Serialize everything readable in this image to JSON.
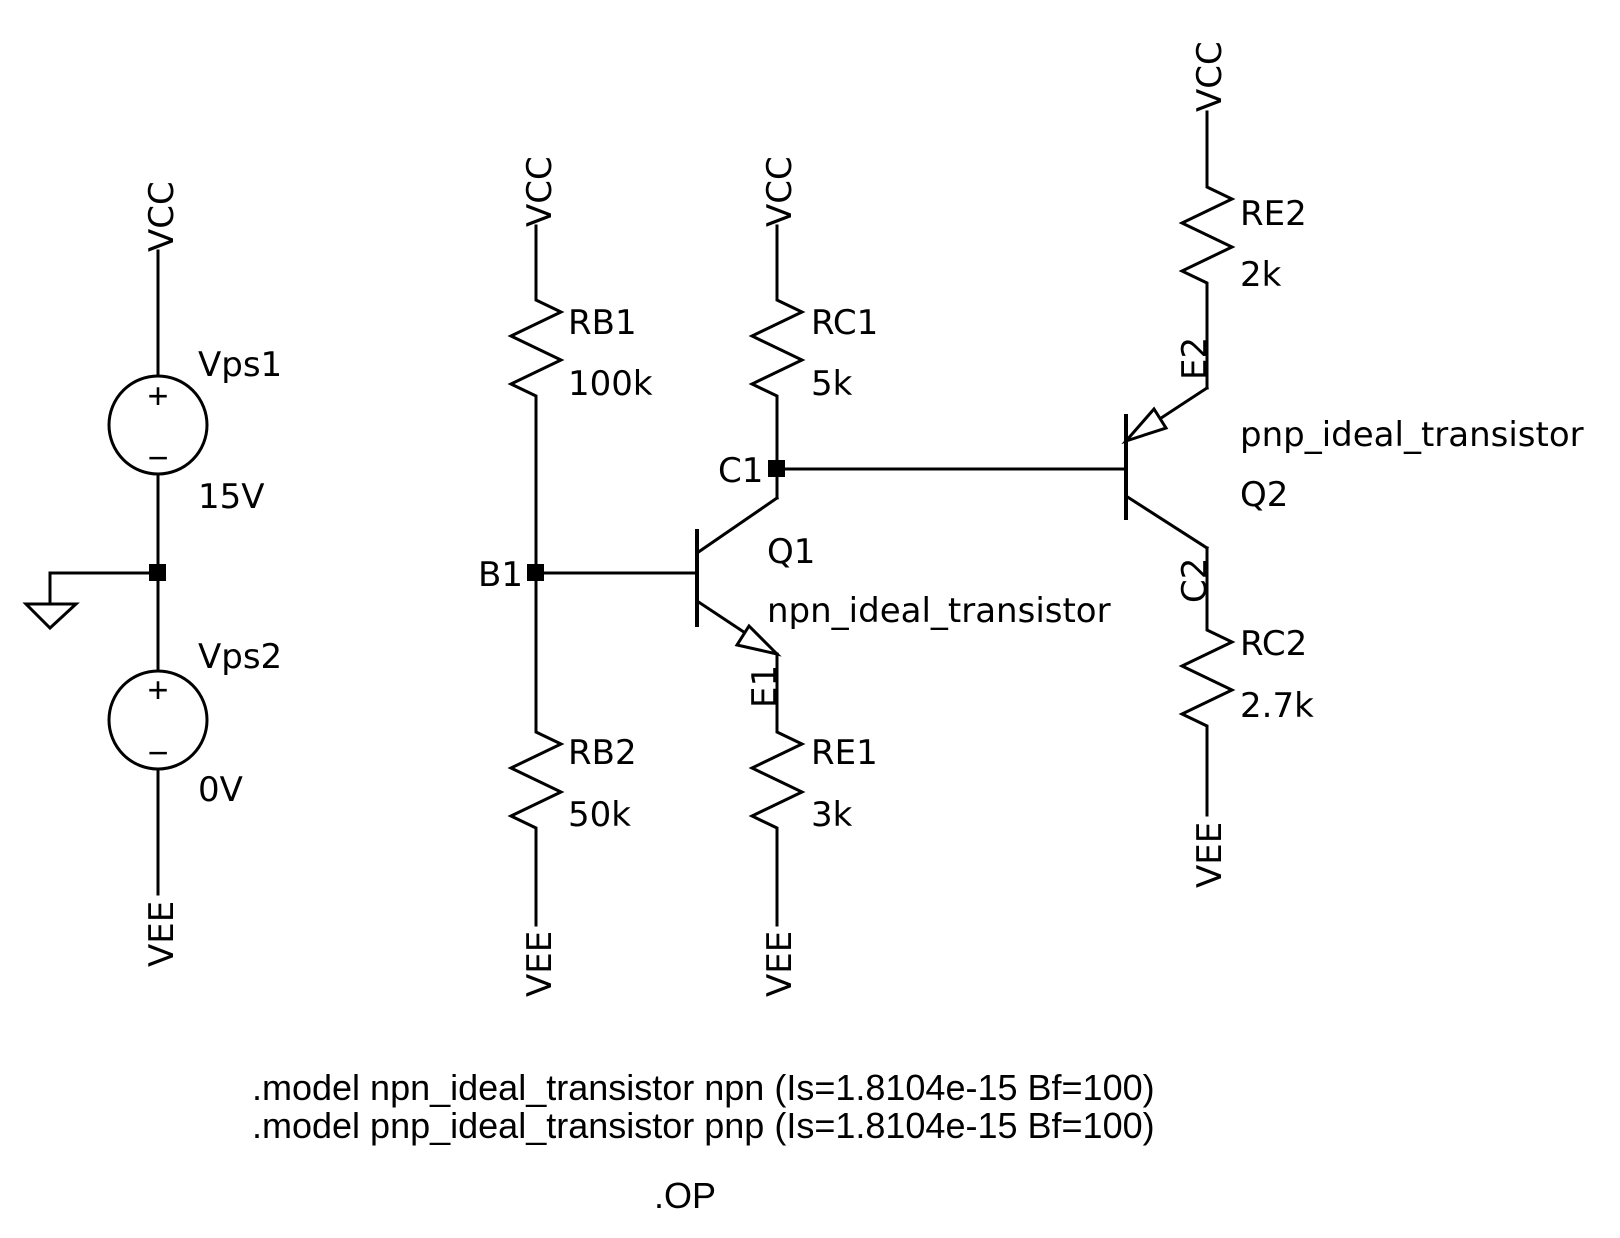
{
  "nets": {
    "vcc": "VCC",
    "vee": "VEE",
    "b1": "B1",
    "c1": "C1",
    "e1": "E1",
    "e2": "E2",
    "c2": "C2"
  },
  "sources": [
    {
      "name": "Vps1",
      "value": "15V",
      "plus": "+",
      "minus": "−"
    },
    {
      "name": "Vps2",
      "value": "0V",
      "plus": "+",
      "minus": "−"
    }
  ],
  "resistors": {
    "rb1": {
      "name": "RB1",
      "value": "100k"
    },
    "rb2": {
      "name": "RB2",
      "value": "50k"
    },
    "rc1": {
      "name": "RC1",
      "value": "5k"
    },
    "re1": {
      "name": "RE1",
      "value": "3k"
    },
    "re2": {
      "name": "RE2",
      "value": "2k"
    },
    "rc2": {
      "name": "RC2",
      "value": "2.7k"
    }
  },
  "transistors": {
    "q1": {
      "name": "Q1",
      "model": "npn_ideal_transistor"
    },
    "q2": {
      "name": "Q2",
      "model": "pnp_ideal_transistor"
    }
  },
  "directives": {
    "model_npn": ".model npn_ideal_transistor npn (Is=1.8104e-15 Bf=100)",
    "model_pnp": ".model pnp_ideal_transistor pnp (Is=1.8104e-15 Bf=100)",
    "op": ".OP"
  }
}
